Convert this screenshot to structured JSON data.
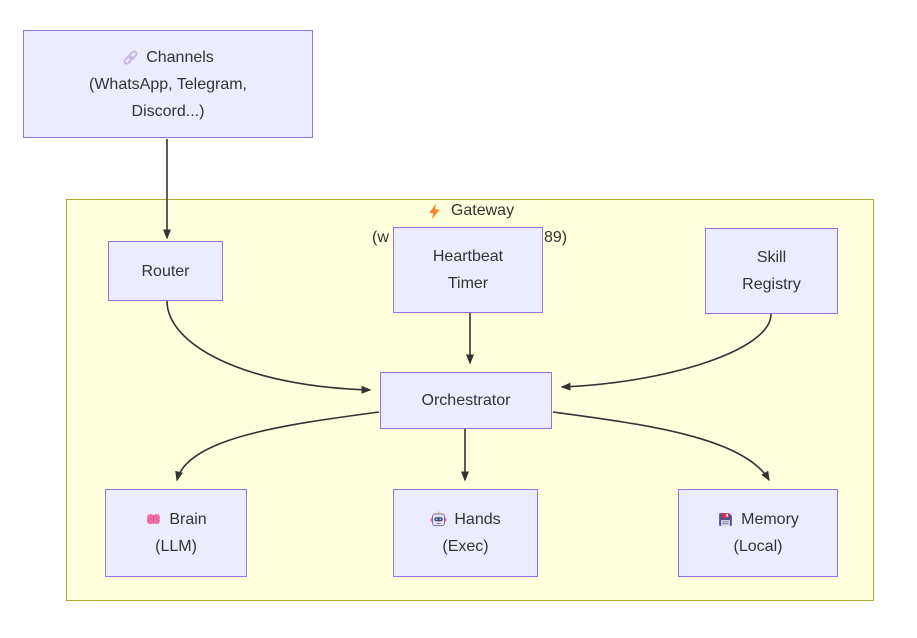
{
  "diagram": {
    "channels": {
      "icon": "link",
      "title": "Channels",
      "line2": "(WhatsApp, Telegram,",
      "line3": "Discord...)"
    },
    "gateway": {
      "icon": "lightning",
      "title": "Gateway",
      "subtitle_left": "(w",
      "subtitle_right": "89)"
    },
    "nodes": {
      "router": {
        "label": "Router"
      },
      "heartbeat_timer": {
        "line1": "Heartbeat",
        "line2": "Timer"
      },
      "skill_registry": {
        "line1": "Skill",
        "line2": "Registry"
      },
      "orchestrator": {
        "label": "Orchestrator"
      },
      "brain": {
        "icon": "brain",
        "title": "Brain",
        "subtitle": "(LLM)"
      },
      "hands": {
        "icon": "robot",
        "title": "Hands",
        "subtitle": "(Exec)"
      },
      "memory": {
        "icon": "floppy",
        "title": "Memory",
        "subtitle": "(Local)"
      }
    },
    "colors": {
      "node_fill": "#ECECFF",
      "node_border": "#9370DB",
      "cluster_fill": "#FFFFDE",
      "cluster_border": "#AAAA33",
      "edge": "#333333",
      "text": "#333333",
      "lightning": "#F4900C"
    }
  }
}
